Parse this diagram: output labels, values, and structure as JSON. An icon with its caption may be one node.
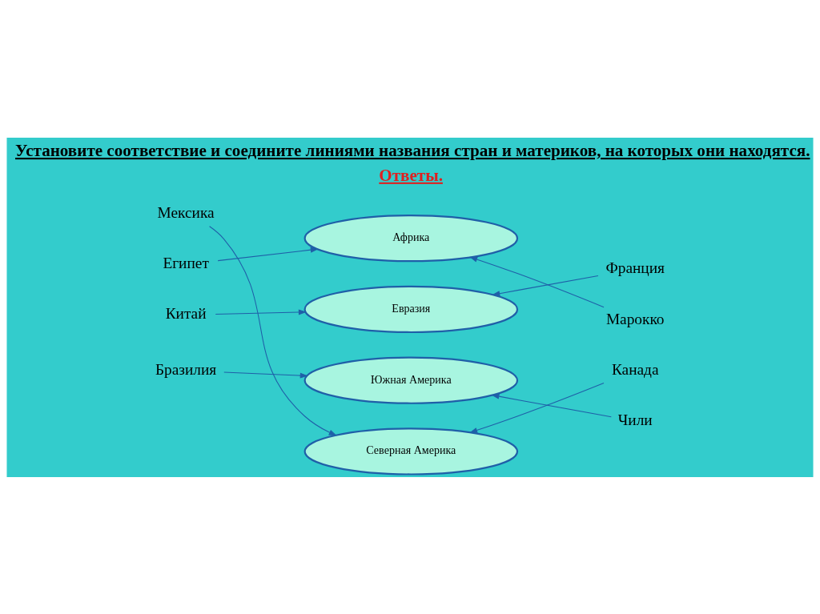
{
  "diagram": {
    "title": "Установите соответствие и соедините линиями названия стран и материков, на которых они находятся.",
    "nodes": [
      {
        "text": [
          "Мексика"
        ]
      },
      {
        "text": [
          "Египет"
        ]
      },
      {
        "text": [
          "Китай"
        ]
      },
      {
        "text": [
          "Бразилия"
        ]
      },
      {
        "text": [
          "Африка"
        ]
      },
      {
        "text": [
          "Евразия"
        ]
      },
      {
        "text": [
          "Южная Америка"
        ]
      },
      {
        "text": [
          "Северная Америка"
        ]
      },
      {
        "text": [
          "Франция"
        ]
      },
      {
        "text": [
          "Марокко"
        ]
      },
      {
        "text": [
          "Канада"
        ]
      },
      {
        "text": [
          "Чили"
        ]
      }
    ],
    "edges": [
      {
        "from": 0,
        "to": 7,
        "arrow": "to"
      },
      {
        "from": 1,
        "to": 4,
        "arrow": "to"
      },
      {
        "from": 2,
        "to": 5,
        "arrow": "to"
      },
      {
        "from": 3,
        "to": 6,
        "arrow": "to"
      },
      {
        "from": 8,
        "to": 5,
        "arrow": "to"
      },
      {
        "from": 9,
        "to": 4,
        "arrow": "to"
      },
      {
        "from": 10,
        "to": 7,
        "arrow": "to"
      },
      {
        "from": 11,
        "to": 6,
        "arrow": "to"
      }
    ],
    "labels": [
      "Ответы."
    ]
  }
}
